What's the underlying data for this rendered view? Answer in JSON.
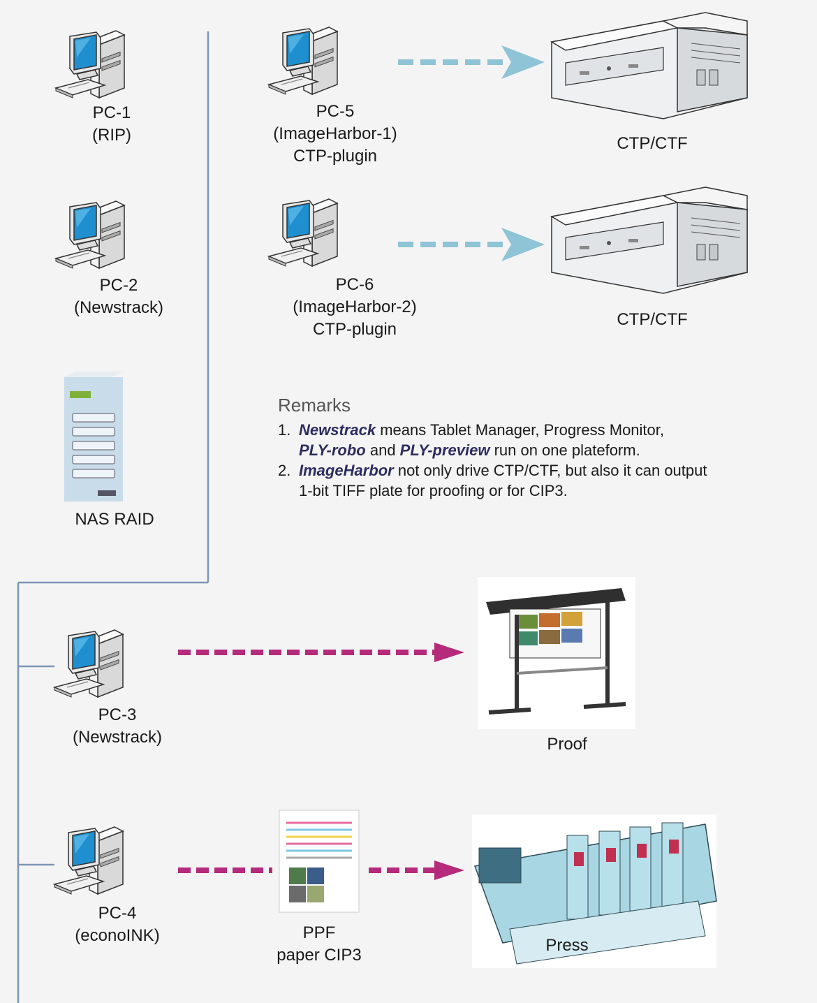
{
  "nodes": {
    "pc1": {
      "name": "PC-1",
      "role": "(RIP)"
    },
    "pc2": {
      "name": "PC-2",
      "role": "(Newstrack)"
    },
    "nas": {
      "name": "NAS RAID"
    },
    "pc5": {
      "name": "PC-5",
      "role": "(ImageHarbor-1)",
      "extra": "CTP-plugin"
    },
    "pc6": {
      "name": "PC-6",
      "role": "(ImageHarbor-2)",
      "extra": "CTP-plugin"
    },
    "ctp1": {
      "name": "CTP/CTF"
    },
    "ctp2": {
      "name": "CTP/CTF"
    },
    "pc3": {
      "name": "PC-3",
      "role": "(Newstrack)"
    },
    "pc4": {
      "name": "PC-4",
      "role": "(econoINK)"
    },
    "proof": {
      "name": "Proof"
    },
    "ppf": {
      "name": "PPF",
      "sub": "paper CIP3"
    },
    "press": {
      "name": "Press"
    }
  },
  "remarks": {
    "title": "Remarks",
    "item1": {
      "num": "1.",
      "b1": "Newstrack",
      "t1": " means Tablet Manager, Progress Monitor,",
      "b2": "PLY-robo",
      "t2": " and ",
      "b3": "PLY-preview",
      "t3": " run on one plateform."
    },
    "item2": {
      "num": "2.",
      "b1": "ImageHarbor",
      "t1": " not only drive CTP/CTF, but also it can output",
      "t2": "1-bit TIFF plate for proofing or for CIP3."
    }
  },
  "colors": {
    "network_line": "#7d95b5",
    "ctp_arrow": "#8fc3d6",
    "output_arrow": "#b52a7a",
    "monitor_screen": "#1f8fd0",
    "press_body": "#a9d6e3"
  }
}
